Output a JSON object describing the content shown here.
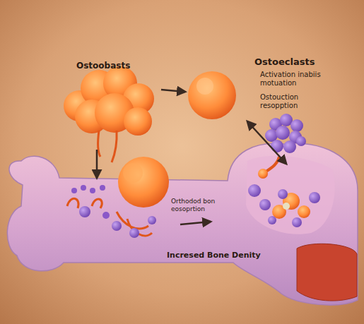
{
  "diagram": {
    "labels": [
      "Ostoobasts",
      "Ostoeclasts",
      "Activation inabiis motuation",
      "Ostouction resopption",
      "Orthodod bon eosoprtion",
      "Incresed Bone Denity"
    ]
  }
}
